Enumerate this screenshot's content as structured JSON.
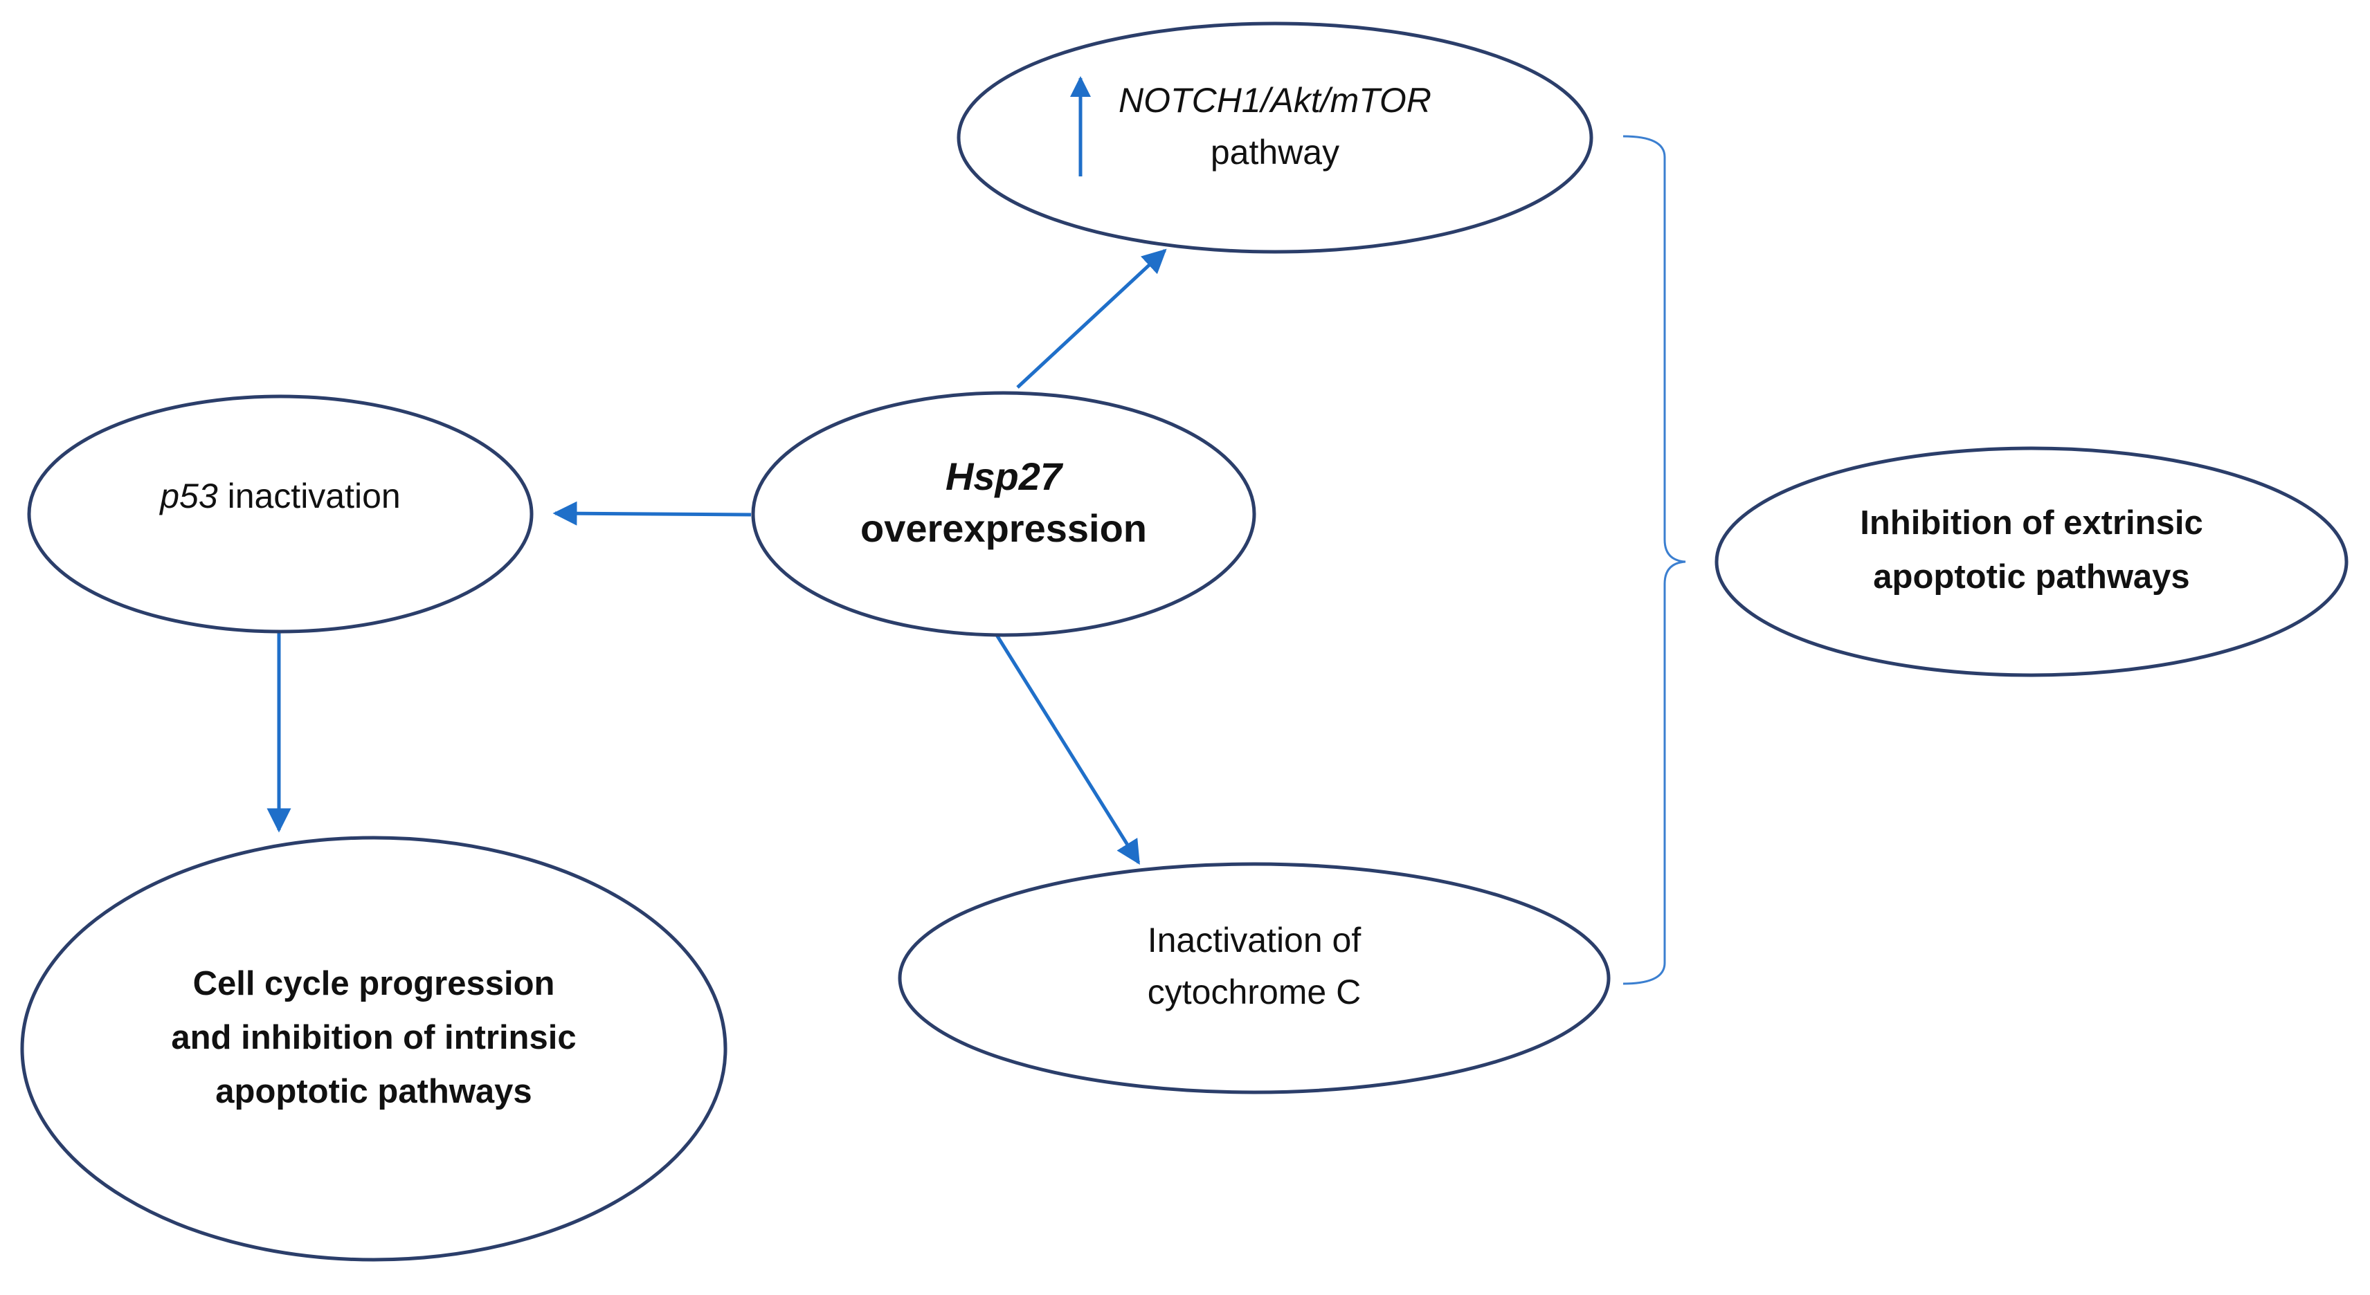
{
  "colors": {
    "edge": "#1f6fc9",
    "node_border": "#2b3e6a",
    "brace": "#3b7fd0",
    "text": "#111111"
  },
  "nodes": {
    "hsp27": {
      "lines": [
        {
          "parts": [
            {
              "text": "Hsp27",
              "italic": true
            }
          ]
        },
        {
          "parts": [
            {
              "text": "overexpression"
            }
          ]
        }
      ]
    },
    "notch": {
      "lines": [
        {
          "parts": [
            {
              "text": "NOTCH1/Akt/mTOR",
              "italic": true
            }
          ]
        },
        {
          "parts": [
            {
              "text": "pathway"
            }
          ]
        }
      ],
      "marker_icon": "up-arrow-icon"
    },
    "p53": {
      "lines": [
        {
          "parts": [
            {
              "text": "p53",
              "italic": true
            },
            {
              "text": " inactivation"
            }
          ]
        }
      ]
    },
    "cytochrome": {
      "lines": [
        {
          "parts": [
            {
              "text": "Inactivation of"
            }
          ]
        },
        {
          "parts": [
            {
              "text": "cytochrome C"
            }
          ]
        }
      ]
    },
    "cell_cycle": {
      "lines": [
        {
          "parts": [
            {
              "text": "Cell cycle progression"
            }
          ]
        },
        {
          "parts": [
            {
              "text": "and inhibition of intrinsic"
            }
          ]
        },
        {
          "parts": [
            {
              "text": "apoptotic pathways"
            }
          ]
        }
      ]
    },
    "extrinsic": {
      "lines": [
        {
          "parts": [
            {
              "text": "Inhibition of extrinsic"
            }
          ]
        },
        {
          "parts": [
            {
              "text": "apoptotic pathways"
            }
          ]
        }
      ]
    }
  },
  "edges": [
    {
      "from": "hsp27",
      "to": "notch"
    },
    {
      "from": "hsp27",
      "to": "p53"
    },
    {
      "from": "hsp27",
      "to": "cytochrome"
    },
    {
      "from": "p53",
      "to": "cell_cycle"
    }
  ],
  "brace": {
    "groups": [
      "notch",
      "cytochrome"
    ],
    "target": "extrinsic"
  }
}
